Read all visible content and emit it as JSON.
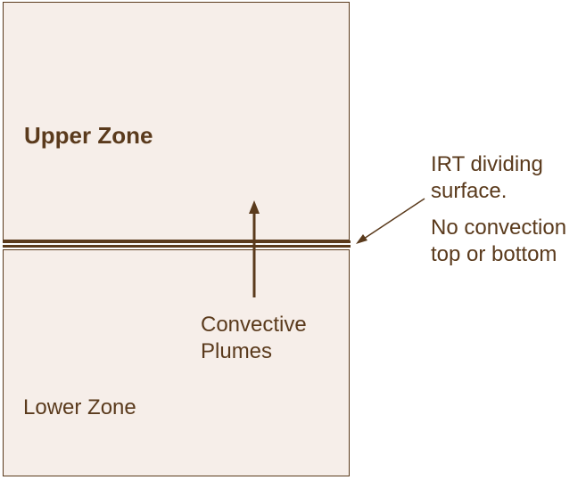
{
  "zones": {
    "upper": "Upper Zone",
    "lower": "Lower Zone"
  },
  "plumes": {
    "line1": "Convective",
    "line2": "Plumes"
  },
  "irt": {
    "line1": "IRT dividing",
    "line2": "surface."
  },
  "no_convection": {
    "line1": "No convection",
    "line2": "top or bottom"
  },
  "colors": {
    "zone_fill": "#f6eee9",
    "zone_border": "#5a3a1c",
    "divider": "#5a3a1c",
    "arrow": "#5a3a1c",
    "text": "#5a3a1c"
  }
}
